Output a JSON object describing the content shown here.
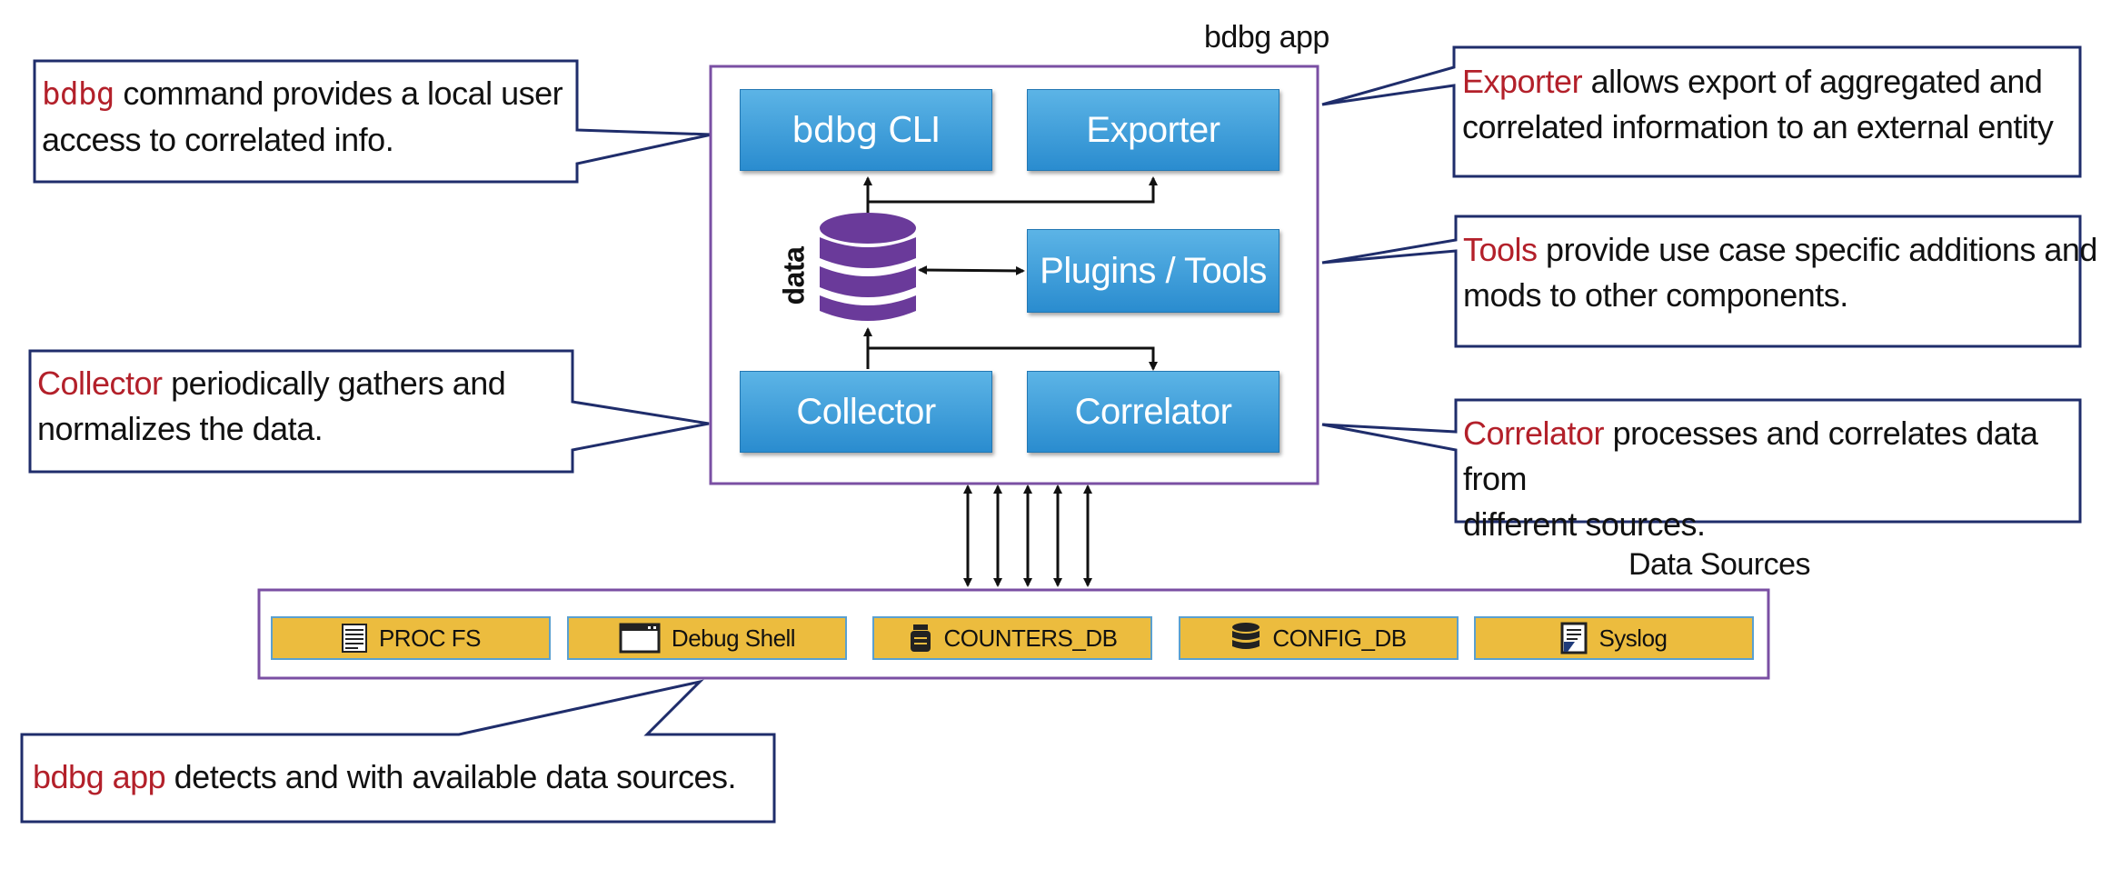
{
  "app_label": "bdbg app",
  "data_sources_label": "Data Sources",
  "db_label": "data",
  "components": {
    "cli": "bdbg CLI",
    "exporter": "Exporter",
    "plugins": "Plugins / Tools",
    "collector": "Collector",
    "correlator": "Correlator"
  },
  "sources": [
    {
      "label": "PROC FS",
      "icon": "binary-file-icon"
    },
    {
      "label": "Debug Shell",
      "icon": "terminal-window-icon"
    },
    {
      "label": "COUNTERS_DB",
      "icon": "database-jar-icon"
    },
    {
      "label": "CONFIG_DB",
      "icon": "database-icon"
    },
    {
      "label": "Syslog",
      "icon": "log-document-icon"
    }
  ],
  "callouts": {
    "cli": {
      "highlight": "bdbg",
      "line1": " command provides a local user",
      "line2": "access to correlated info."
    },
    "exporter": {
      "highlight": "Exporter",
      "line1": " allows export of aggregated and",
      "line2": "correlated information to an external entity"
    },
    "tools": {
      "highlight": "Tools",
      "line1": " provide use case specific additions and",
      "line2": "mods to other components."
    },
    "collector": {
      "highlight": "Collector",
      "line1": " periodically gathers and",
      "line2": "normalizes the data."
    },
    "correlator": {
      "highlight": "Correlator",
      "line1": " processes and correlates data from",
      "line2": "different sources."
    },
    "app": {
      "highlight": "bdbg app",
      "line1": " detects and with available data sources."
    }
  },
  "colors": {
    "highlight": "#b3202a",
    "component_blue": "#2a8ccf",
    "source_gold": "#ecbc3e",
    "frame_purple": "#7a4fa3",
    "callout_border": "#1f2d6b",
    "db_purple": "#6a3a9a"
  }
}
